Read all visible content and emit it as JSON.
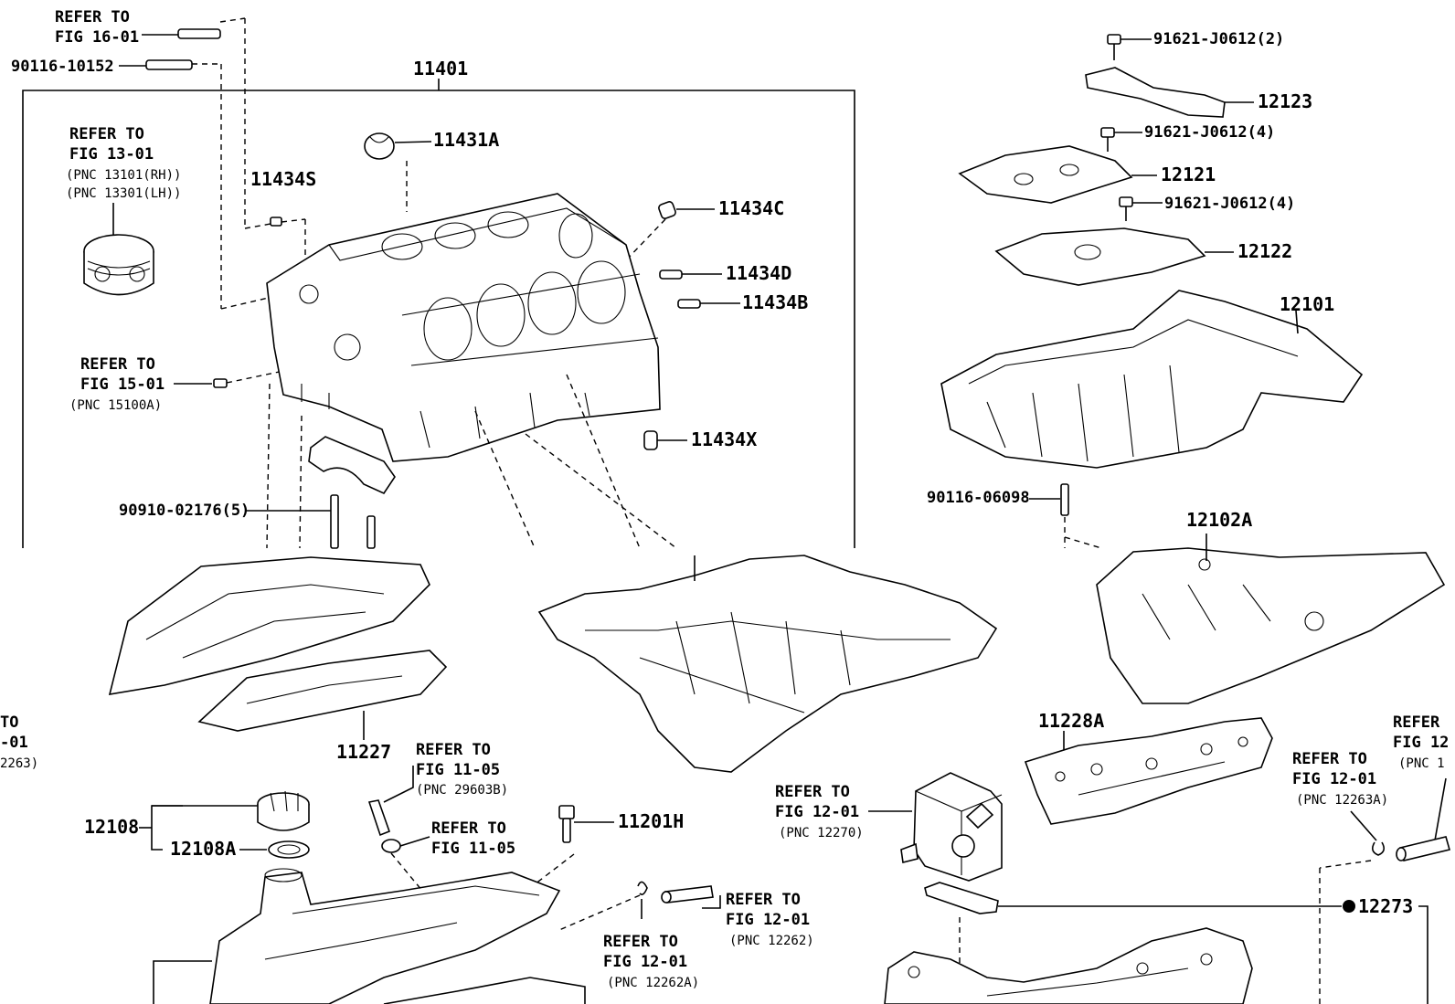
{
  "labels": {
    "refer_16_01": [
      "REFER TO",
      "FIG 16-01"
    ],
    "p_90116_10152": "90116-10152",
    "p_11401": "11401",
    "refer_13_01": [
      "REFER TO",
      "FIG 13-01",
      "(PNC 13101(RH))",
      "(PNC 13301(LH))"
    ],
    "p_11434S": "11434S",
    "p_11431A": "11431A",
    "p_11434C": "11434C",
    "p_11434D": "11434D",
    "p_11434B": "11434B",
    "refer_15_01": [
      "REFER TO",
      "FIG 15-01",
      "(PNC 15100A)"
    ],
    "p_11434X": "11434X",
    "p_90910_02176": "90910-02176(5)",
    "p_91621_a": "91621-J0612(2)",
    "p_12123": "12123",
    "p_91621_b": "91621-J0612(4)",
    "p_12121": "12121",
    "p_91621_c": "91621-J0612(4)",
    "p_12122": "12122",
    "p_12101": "12101",
    "p_90116_06098": "90116-06098",
    "p_12102A": "12102A",
    "left_cut": [
      "TO",
      "-01",
      "2263)"
    ],
    "p_11227": "11227",
    "refer_11_05_a": [
      "REFER TO",
      "FIG 11-05",
      "(PNC 29603B)"
    ],
    "refer_11_05_b": [
      "REFER TO",
      "FIG 11-05"
    ],
    "p_11201H": "11201H",
    "p_12108": "12108",
    "p_12108A": "12108A",
    "refer_12_01_a": [
      "REFER TO",
      "FIG 12-01",
      "(PNC 12262)"
    ],
    "refer_12_01_b": [
      "REFER TO",
      "FIG 12-01",
      "(PNC 12262A)"
    ],
    "refer_12_01_c": [
      "REFER TO",
      "FIG 12-01",
      "(PNC 12270)"
    ],
    "p_11228A": "11228A",
    "refer_12_01_d": [
      "REFER TO",
      "FIG 12-01",
      "(PNC 12263A)"
    ],
    "right_cut": [
      "REFER",
      "FIG 12",
      "(PNC 1"
    ],
    "p_12273": "12273"
  }
}
